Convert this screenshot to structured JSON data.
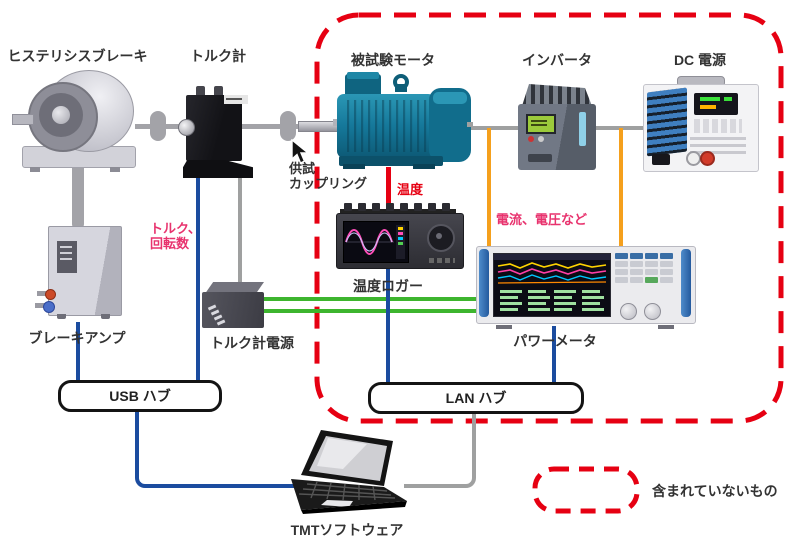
{
  "diagram": {
    "nodes": {
      "hysteresis_brake": {
        "label": "ヒステリシスブレーキ"
      },
      "torque_meter": {
        "label": "トルク計"
      },
      "test_motor": {
        "label": "被試験モータ"
      },
      "inverter": {
        "label": "インバータ"
      },
      "dc_power": {
        "label": "DC 電源"
      },
      "temp_logger": {
        "label": "温度ロガー"
      },
      "brake_amp": {
        "label": "ブレーキアンプ"
      },
      "torque_meter_power": {
        "label": "トルク計電源"
      },
      "power_meter": {
        "label": "パワーメータ"
      },
      "usb_hub": {
        "label": "USB ハブ"
      },
      "lan_hub": {
        "label": "LAN ハブ"
      },
      "tmt_software": {
        "label": "TMTソフトウェア"
      }
    },
    "annotations": {
      "test_coupling_line1": "供試",
      "test_coupling_line2": "カップリング",
      "temperature": "温度",
      "torque_rotation_line1": "トルク、",
      "torque_rotation_line2": "回転数",
      "current_voltage": "電流、電圧など"
    },
    "legend": {
      "not_included": "含まれていないもの"
    },
    "colors": {
      "excluded_area_border": "#e60012",
      "temperature_label": "#e60012",
      "signal_label_pink": "#e8336e",
      "cable_blue": "#1b4c9f",
      "cable_green": "#3db52e",
      "cable_orange": "#f5a01d",
      "cable_gray": "#9fa0a0"
    }
  }
}
